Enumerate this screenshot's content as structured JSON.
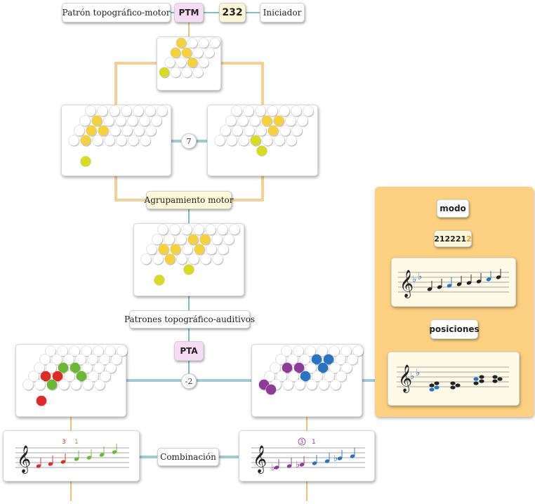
{
  "header": {
    "left_label": "Patrón topográfico-motor",
    "code_label": "PTM",
    "number_label": "232",
    "right_label": "Iniciador"
  },
  "middle": {
    "connector_number": "7",
    "group_label": "Agrupamiento motor",
    "auditory_label": "Patrones topográfico-auditivos",
    "pta_label": "PTA",
    "offset_number": "-2",
    "combination_label": "Combinación"
  },
  "bottom_left_staff": {
    "digit_a": "3",
    "digit_b": "1"
  },
  "bottom_right_staff": {
    "digit_a": "3",
    "digit_b": "1"
  },
  "mode_panel": {
    "mode_label": "modo",
    "pattern_main": "212221",
    "pattern_last": "2",
    "positions_label": "posiciones"
  },
  "colors": {
    "yellow": "#f5d23a",
    "lime": "#d6dc1e",
    "red": "#e02a28",
    "green": "#6bb835",
    "blue": "#2a72c2",
    "purple": "#8e3a98",
    "orange_line": "#e8a030",
    "teal_line": "#3a9aa8",
    "panel": "#fbd080"
  }
}
